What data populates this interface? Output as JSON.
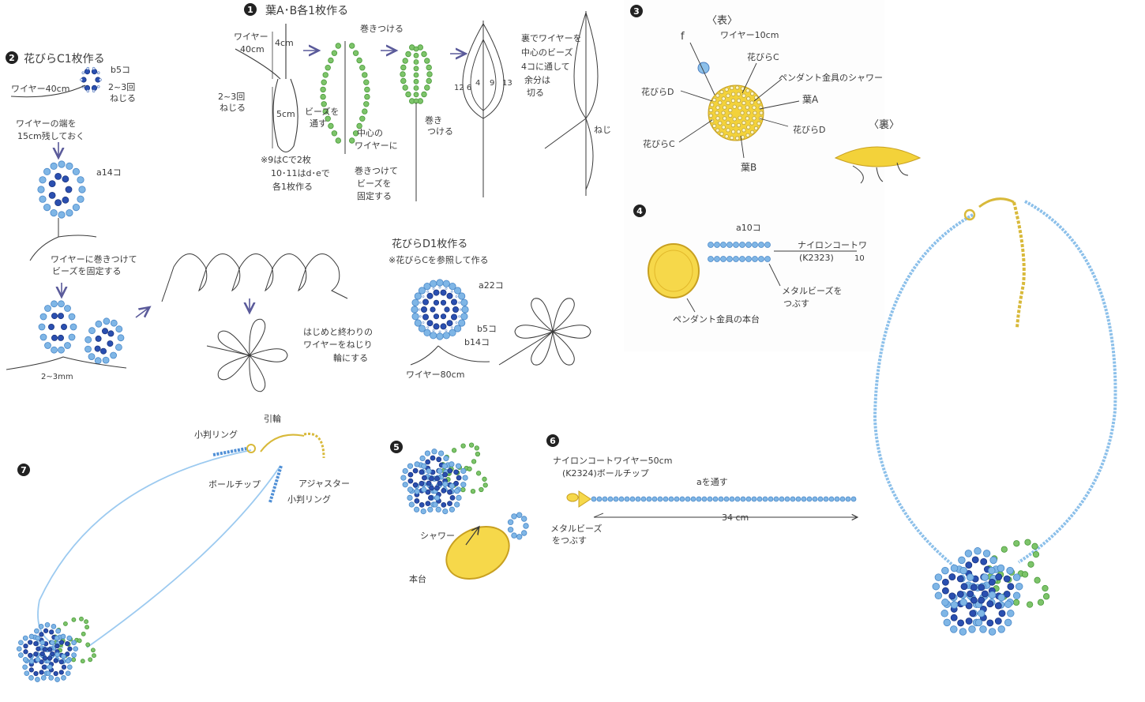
{
  "colors": {
    "ink": "#3a3a3a",
    "light_blue_bead": "#7fb6e6",
    "dark_blue_bead": "#2a4fb0",
    "green_bead": "#7dc46a",
    "yellow_metal": "#f3d23a",
    "gold_chain": "#d8b93a",
    "arrow": "#5a5a9a"
  },
  "step1": {
    "num": "1",
    "title": "葉A･B各1枚作る",
    "wire": "ワイヤー",
    "wire_len": "40cm",
    "len_4": "4cm",
    "len_5": "5cm",
    "twist": "2~3回",
    "twist2": "ねじる",
    "wind": "巻きつける",
    "pass1": "ビーズを",
    "pass2": "通す",
    "note1": "※9はCで2枚",
    "note2": "10･11はd･eで",
    "note3": "各1枚作る",
    "center1": "中心の",
    "center2": "ワイヤーに",
    "center3": "巻きつけて",
    "center4": "ビーズを",
    "center5": "固定する",
    "wind_b1": "巻き",
    "wind_b2": "つける",
    "nums_left": "12 6",
    "nums_mid": "4",
    "nums_r1": "9",
    "nums_r2": "13",
    "back1": "裏でワイヤーを",
    "back2": "中心のビーズ",
    "back3": "4コに通して",
    "back4": "余分は",
    "back5": "切る",
    "twist_r": "ねじ"
  },
  "step2": {
    "num": "2",
    "title": "花びらC1枚作る",
    "b5": "b5コ",
    "twist1": "2~3回",
    "twist2": "ねじる",
    "wire": "ワイヤー40cm",
    "end1": "ワイヤーの端を",
    "end2": "15cm残しておく",
    "a14": "a14コ",
    "fix1": "ワイヤーに巻きつけて",
    "fix2": "ビーズを固定する",
    "gap": "2~3mm"
  },
  "step2b": {
    "twist1": "はじめと終わりの",
    "twist2": "ワイヤーをねじり",
    "twist3": "輪にする"
  },
  "stepD": {
    "title": "花びらD1枚作る",
    "note": "※花びらCを参照して作る",
    "a22": "a22コ",
    "b5": "b5コ",
    "b14": "b14コ",
    "wire": "ワイヤー80cm"
  },
  "step3": {
    "num": "3",
    "front": "〈表〉",
    "back": "〈裏〉",
    "f": "f",
    "wire": "ワイヤー10cm",
    "petalC1": "花びらC",
    "shower": "ペンダント金具のシャワー",
    "leafA": "葉A",
    "petalD1": "花びらD",
    "petalD2": "花びらD",
    "petalC2": "花びらC",
    "leafB": "葉B"
  },
  "step4": {
    "num": "4",
    "a10": "a10コ",
    "nylon": "ナイロンコートワ",
    "code": "(K2323)",
    "cut": "10",
    "metal1": "メタルビーズを",
    "metal2": "つぶす",
    "base": "ペンダント金具の本台"
  },
  "step5": {
    "num": "5",
    "shower": "シャワー",
    "base": "本台"
  },
  "step6": {
    "num": "6",
    "nylon": "ナイロンコートワイヤー50cm",
    "tip": "(K2324)ボールチップ",
    "pass": "aを通す",
    "metal1": "メタルビーズ",
    "metal2": "をつぶす",
    "len": "34 cm"
  },
  "step7": {
    "num": "7",
    "ring": "引輪",
    "small_ring1": "小判リング",
    "ball_tip": "ボールチップ",
    "adjuster": "アジャスター",
    "small_ring2": "小判リング"
  }
}
